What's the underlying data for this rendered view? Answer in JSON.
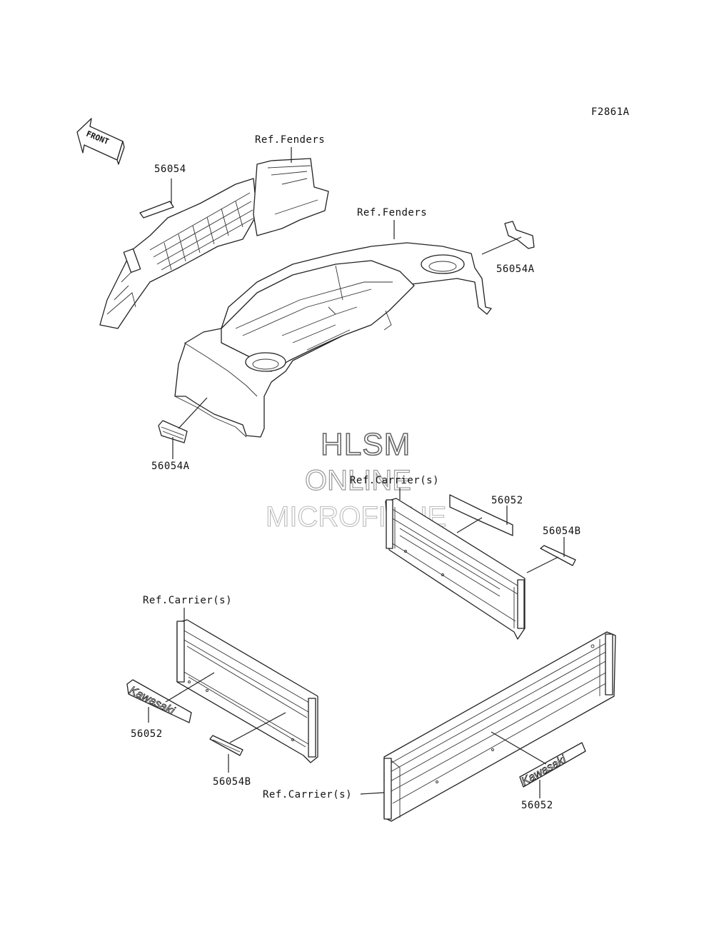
{
  "figure_code": "F2861A",
  "front_arrow": "FRONT",
  "watermark": {
    "line1": "HLSM",
    "line2": "ONLINE",
    "line3": "MICROFICHE"
  },
  "decal_text": "Kawasaki",
  "labels": {
    "top_left_part": "56054",
    "ref_fenders_front": "Ref.Fenders",
    "ref_fenders_rear": "Ref.Fenders",
    "rear_right_part": "56054A",
    "front_left_part": "56054A",
    "ref_carrier_upper": "Ref.Carrier(s)",
    "upper_decal_part": "56052",
    "upper_small_part": "56054B",
    "ref_carrier_left": "Ref.Carrier(s)",
    "left_decal_part": "56052",
    "left_small_part": "56054B",
    "ref_carrier_lower": "Ref.Carrier(s)",
    "lower_decal_part": "56052"
  }
}
